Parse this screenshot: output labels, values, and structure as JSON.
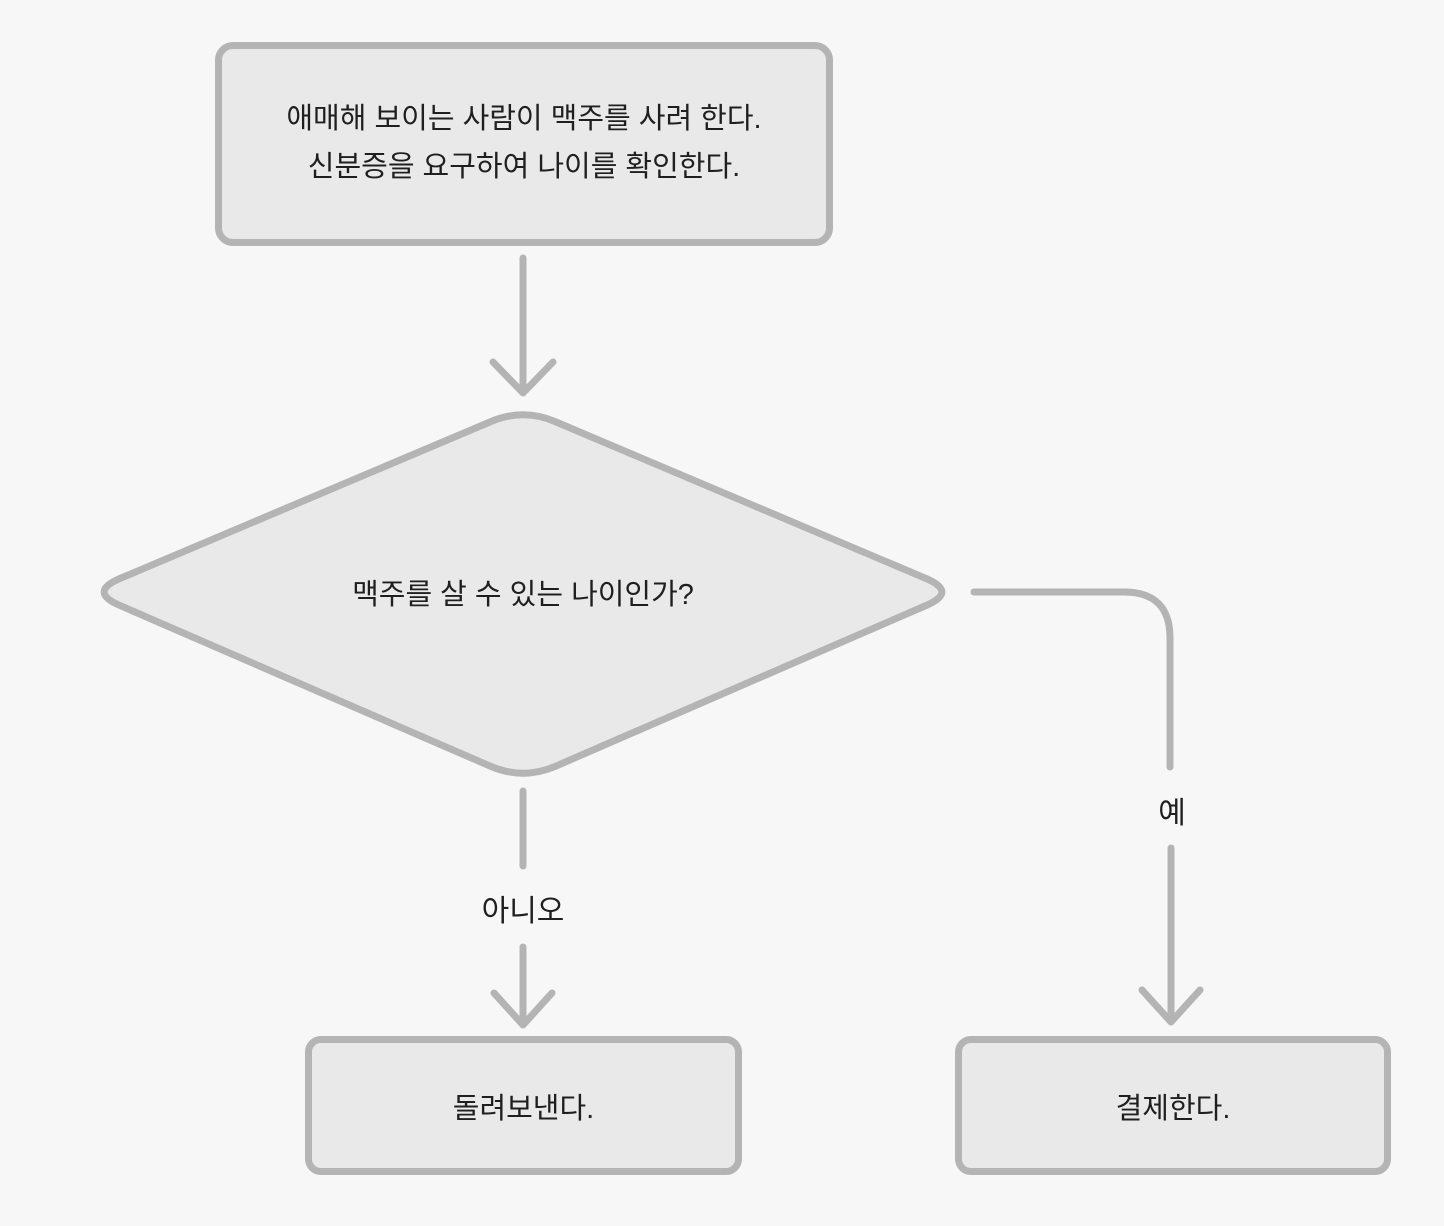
{
  "flowchart": {
    "type": "decision-flowchart",
    "colors": {
      "background": "#f7f7f7",
      "node_fill": "#e9e9e9",
      "node_border": "#b4b4b4",
      "connector": "#b4b4b4",
      "text": "#1f1f1f"
    },
    "nodes": {
      "start": {
        "line1": "애매해 보이는 사람이 맥주를 사려 한다.",
        "line2": "신분증을 요구하여 나이를 확인한다."
      },
      "decision": {
        "text": "맥주를 살 수 있는 나이인가?"
      },
      "reject": {
        "text": "돌려보낸다."
      },
      "pay": {
        "text": "결제한다."
      }
    },
    "edges": {
      "start_to_decision": {
        "label": ""
      },
      "decision_to_reject": {
        "label": "아니오"
      },
      "decision_to_pay": {
        "label": "예"
      }
    }
  }
}
